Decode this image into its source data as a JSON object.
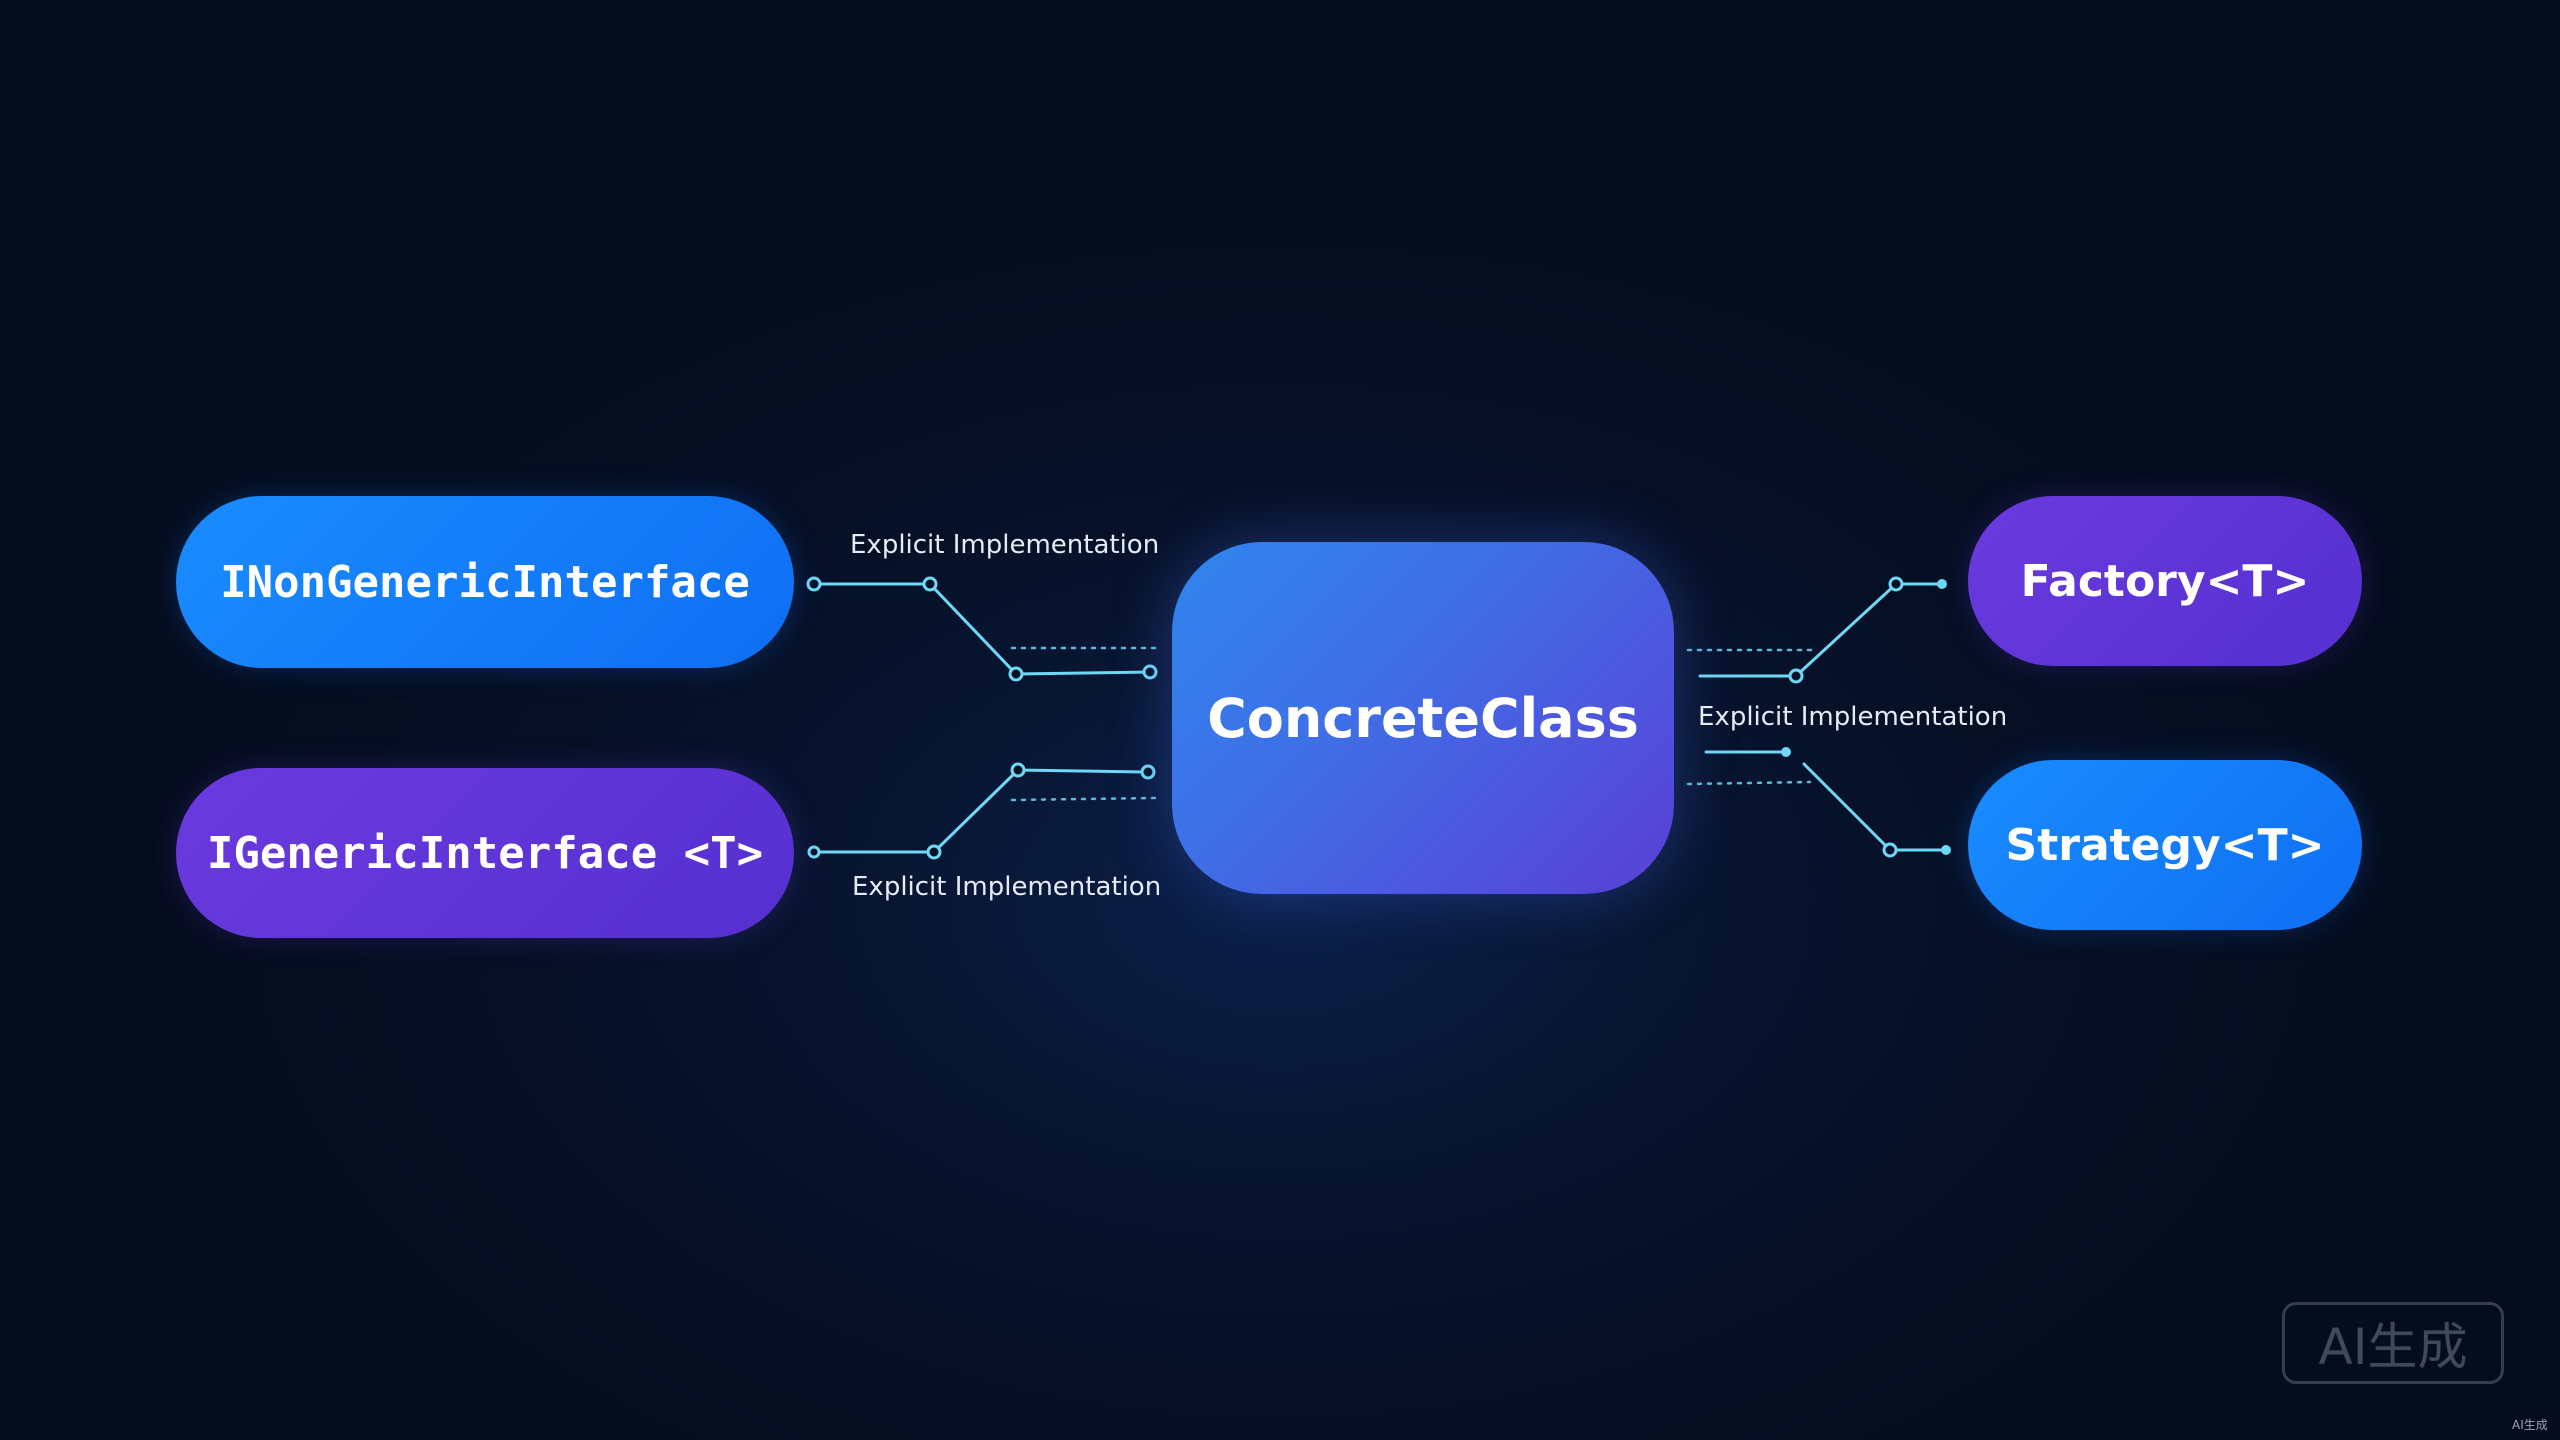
{
  "nodes": {
    "inongeneric": "INonGenericInterface",
    "igeneric": "IGenericInterface <T>",
    "concrete": "ConcreteClass",
    "factory": "Factory<T>",
    "strategy": "Strategy<T>"
  },
  "edge_labels": {
    "top_left": "Explicit Implementation",
    "bottom_left": "Explicit Implementation",
    "right": "Explicit Implementation"
  },
  "watermark": {
    "box_text": "AI生成",
    "corner_text": "AI生成"
  },
  "colors": {
    "background": "#060f24",
    "node_blue": "#1a8cff",
    "node_purple": "#5f35d8",
    "connector": "#6fd8f5",
    "text": "#ffffff"
  }
}
